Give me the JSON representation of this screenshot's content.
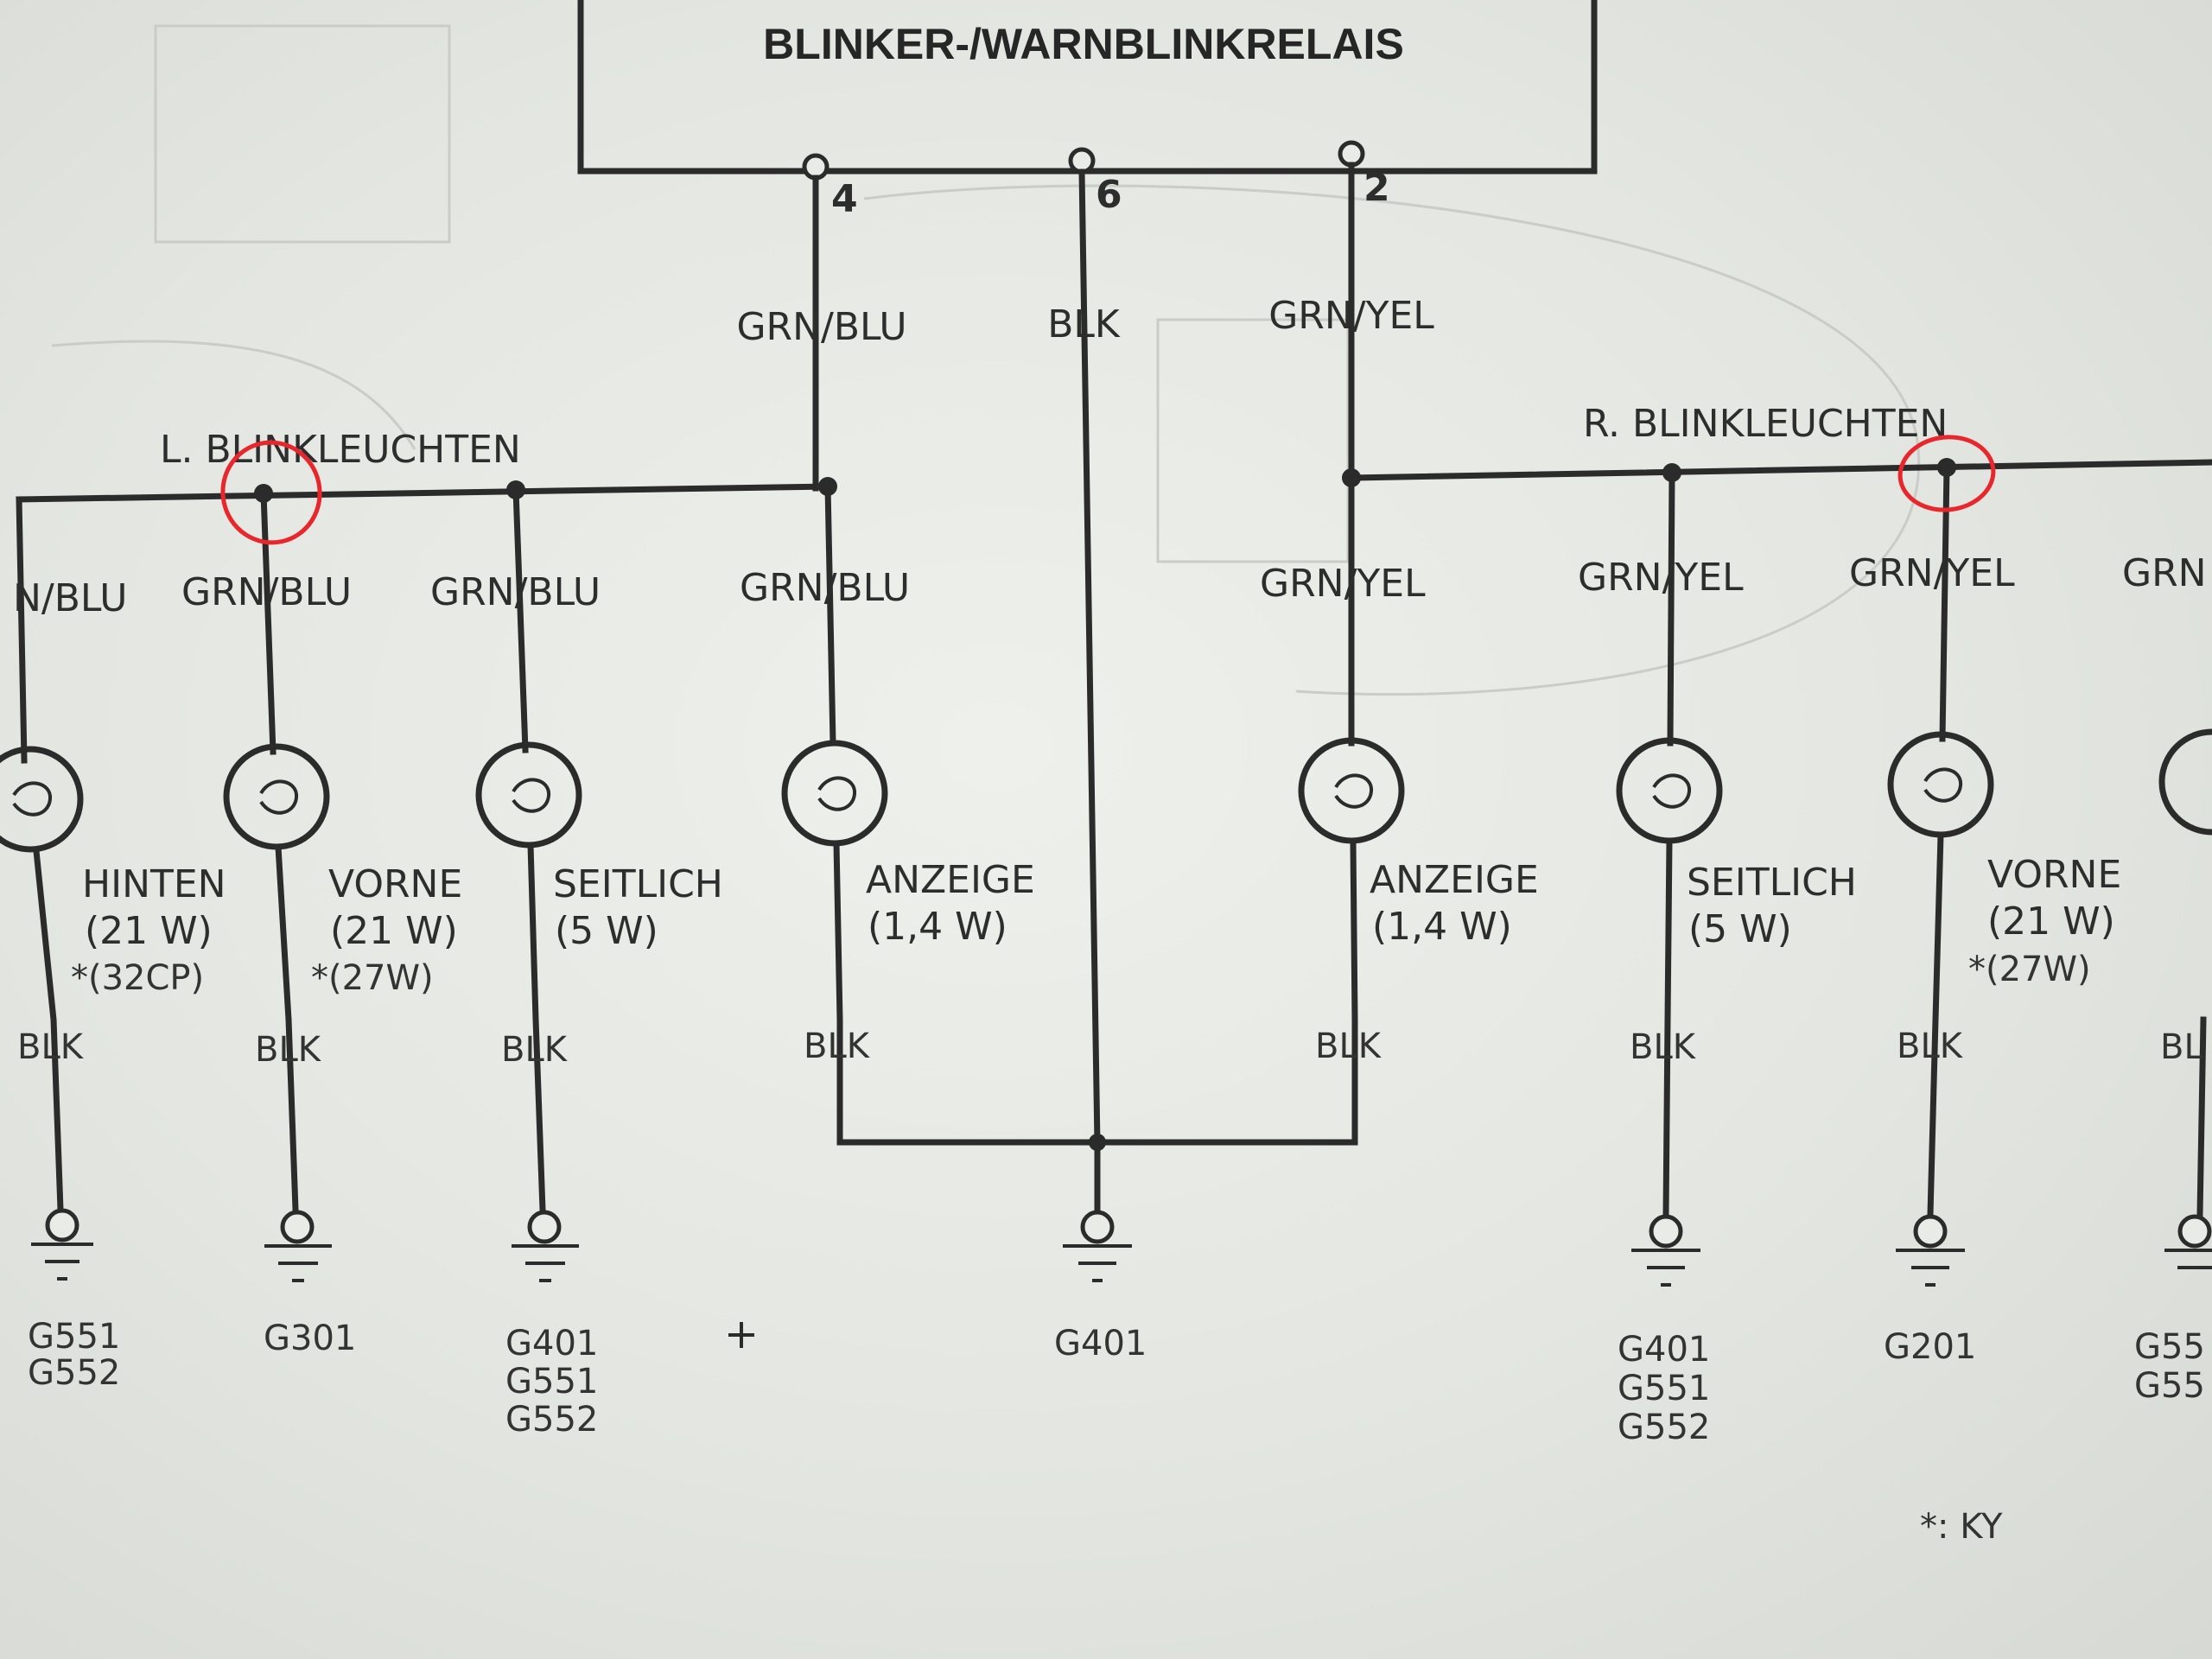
{
  "relay": {
    "title": "BLINKER-/WARNBLINKRELAIS"
  },
  "pins": [
    {
      "number": "4",
      "wire": "GRN/BLU"
    },
    {
      "number": "6",
      "wire": "BLK"
    },
    {
      "number": "2",
      "wire": "GRN/YEL"
    }
  ],
  "left_bus": {
    "title": "L. BLINKLEUCHTEN"
  },
  "right_bus": {
    "title": "R. BLINKLEUCHTEN"
  },
  "left_lamps": [
    {
      "wire_top": "N/BLU",
      "name": "HINTEN",
      "rating": "(21 W)",
      "alt": "*(32CP)",
      "wire_bottom": "BLK",
      "grounds": [
        "G551",
        "G552"
      ]
    },
    {
      "wire_top": "GRN/BLU",
      "name": "VORNE",
      "rating": "(21 W)",
      "alt": "*(27W)",
      "wire_bottom": "BLK",
      "grounds": [
        "G301"
      ]
    },
    {
      "wire_top": "GRN/BLU",
      "name": "SEITLICH",
      "rating": "(5 W)",
      "alt": "",
      "wire_bottom": "BLK",
      "grounds": [
        "G401",
        "G551",
        "G552"
      ]
    },
    {
      "wire_top": "GRN/BLU",
      "name": "ANZEIGE",
      "rating": "(1,4 W)",
      "alt": "",
      "wire_bottom": "BLK",
      "grounds": []
    }
  ],
  "right_lamps": [
    {
      "wire_top": "GRN/YEL",
      "name": "ANZEIGE",
      "rating": "(1,4 W)",
      "alt": "",
      "wire_bottom": "BLK",
      "grounds": []
    },
    {
      "wire_top": "GRN/YEL",
      "name": "SEITLICH",
      "rating": "(5 W)",
      "alt": "",
      "wire_bottom": "BLK",
      "grounds": [
        "G401",
        "G551",
        "G552"
      ]
    },
    {
      "wire_top": "GRN/YEL",
      "name": "VORNE",
      "rating": "(21 W)",
      "alt": "*(27W)",
      "wire_bottom": "BLK",
      "grounds": [
        "G201"
      ]
    },
    {
      "wire_top": "GRN",
      "name": "",
      "rating": "",
      "alt": "",
      "wire_bottom": "BL",
      "grounds": [
        "G55",
        "G55"
      ]
    }
  ],
  "center_ground": {
    "wire": "BLK",
    "ground": "G401"
  },
  "footnote": "*: KY",
  "colors": {
    "ink": "#2b2b2b",
    "paper": "#e4e7e2",
    "annotation": "#e8262b"
  }
}
